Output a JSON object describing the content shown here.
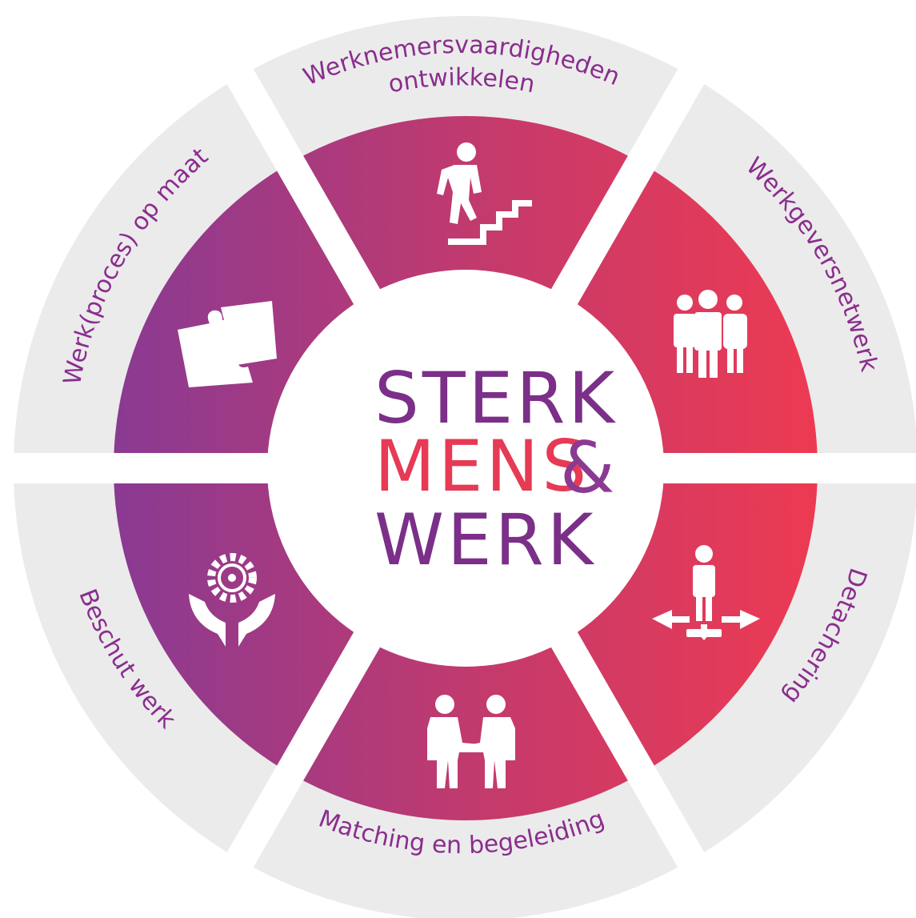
{
  "center": {
    "line1": "STERK",
    "line2": "MENS",
    "ampersand": "&",
    "line3": "WERK"
  },
  "segments": [
    {
      "id": "top",
      "label_line1": "Werknemersvaardigheden",
      "label_line2": "ontwikkelen",
      "icon": "stairs-climbing-icon"
    },
    {
      "id": "upper-right",
      "label": "Werkgeversnetwerk",
      "icon": "business-group-icon"
    },
    {
      "id": "lower-right",
      "label": "Detachering",
      "icon": "person-directions-icon"
    },
    {
      "id": "bottom",
      "label": "Matching en begeleiding",
      "icon": "handshake-icon"
    },
    {
      "id": "lower-left",
      "label": "Beschut werk",
      "icon": "hands-gear-icon"
    },
    {
      "id": "upper-left",
      "label": "Werk(proces) op maat",
      "icon": "puzzle-icon"
    }
  ],
  "colors": {
    "outer_ring": "#ebebeb",
    "gradient_start": "#8b3a92",
    "gradient_end": "#ee3a52",
    "label": "#8a2d8e",
    "logo_purple": "#7b2f88",
    "logo_red": "#e63a55"
  }
}
